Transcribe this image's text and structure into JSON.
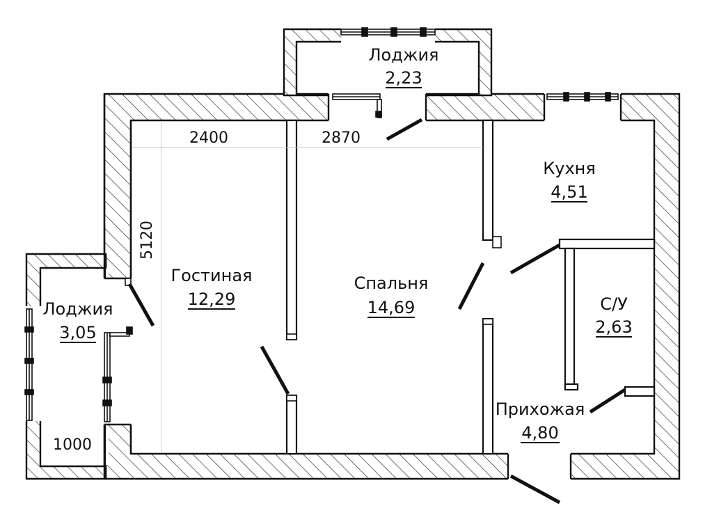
{
  "colors": {
    "background": "#ffffff",
    "ink": "#111111",
    "hatch": "#333333"
  },
  "rooms": {
    "loggia_top": {
      "name": "Лоджия",
      "area": "2,23"
    },
    "kitchen": {
      "name": "Кухня",
      "area": "4,51"
    },
    "living": {
      "name": "Гостиная",
      "area": "12,29"
    },
    "bedroom": {
      "name": "Спальня",
      "area": "14,69"
    },
    "bathroom": {
      "name": "С/У",
      "area": "2,63"
    },
    "loggia_left": {
      "name": "Лоджия",
      "area": "3,05"
    },
    "hallway": {
      "name": "Прихожая",
      "area": "4,80"
    }
  },
  "dimensions": {
    "living_width": "2400",
    "bedroom_width": "2870",
    "living_depth": "5120",
    "loggia_width": "1000"
  }
}
